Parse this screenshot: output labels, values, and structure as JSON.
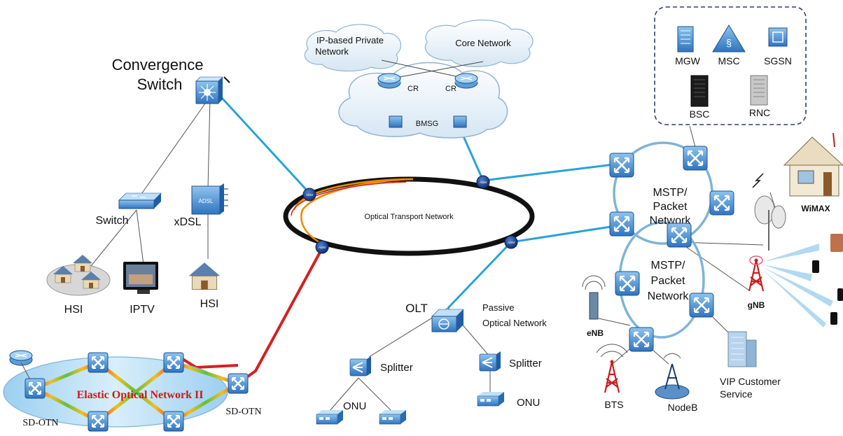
{
  "colors": {
    "link_blue": "#2aa3d6",
    "link_red": "#d42020",
    "ring_black": "#111111",
    "ring_orange": "#f08a00",
    "adm_node": "#1a3f8a",
    "cloud": "#e6f0f8",
    "mstp_ring": "#7fb4d6",
    "eon_title": "#d01818"
  },
  "labels": {
    "convergence_switch": [
      "Convergence",
      "Switch"
    ],
    "switch": "Switch",
    "xdsl": "xDSL",
    "xdsl_device": "ADSL",
    "hsi_left": "HSI",
    "iptv": "IPTV",
    "hsi_right": "HSI",
    "ip_private": [
      "IP-based Private",
      "Network"
    ],
    "core_network": "Core Network",
    "cr_left": "CR",
    "cr_right": "CR",
    "bmsg": "BMSG",
    "mgw": "MGW",
    "msc": "MSC",
    "sgsn": "SGSN",
    "bsc": "BSC",
    "rnc": "RNC",
    "otn": "Optical Transport Network",
    "adm": "ADM",
    "mstp_upper": [
      "MSTP/",
      "Packet",
      "Network"
    ],
    "mstp_lower": [
      "MSTP/",
      "Packet",
      "Network"
    ],
    "wimax": "WiMAX",
    "gnb": "gNB",
    "enb": "eNB",
    "bts": "BTS",
    "nodeb": "NodeB",
    "vip": [
      "VIP Customer",
      "Service"
    ],
    "olt": "OLT",
    "pon": [
      "Passive",
      "Optical Network"
    ],
    "splitter_left": "Splitter",
    "splitter_right": "Splitter",
    "onu_left": "ONU",
    "onu_right": "ONU",
    "eon": "Elastic Optical Network II",
    "sdotn_left": "SD-OTN",
    "sdotn_right": "SD-OTN"
  },
  "icons": [
    "router-icon",
    "switch-icon",
    "adsl-modem-icon",
    "house-icon",
    "tv-icon",
    "mgw-icon",
    "msc-icon",
    "sgsn-icon",
    "server-rack-icon",
    "adm-node-icon",
    "antenna-tower-icon",
    "dish-antenna-icon",
    "phone-icon",
    "building-icon",
    "splitter-icon",
    "onu-icon",
    "olt-icon",
    "optical-switch-icon"
  ]
}
